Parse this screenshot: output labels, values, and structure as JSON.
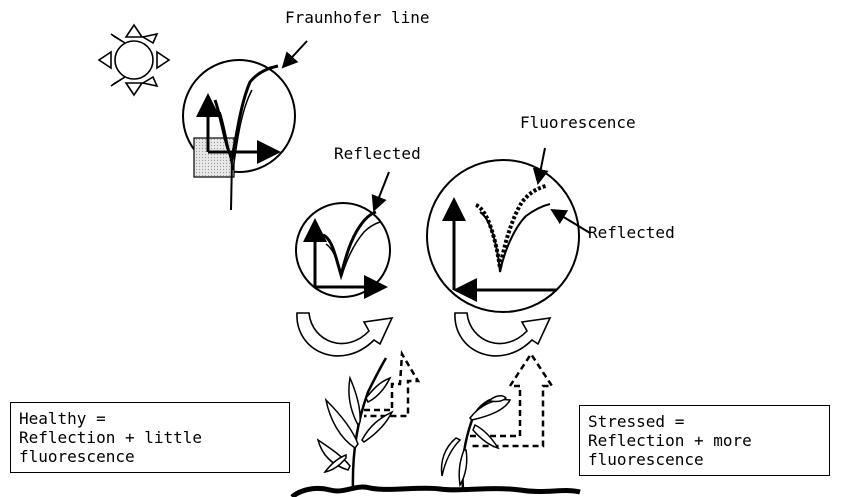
{
  "labels": {
    "fraunhofer_line": "Fraunhofer line",
    "reflected_small": "Reflected",
    "fluorescence": "Fluorescence",
    "reflected_large": "Reflected"
  },
  "healthy_box": {
    "line1": "Healthy =",
    "line2": "Reflection + little",
    "line3": "fluorescence"
  },
  "stressed_box": {
    "line1": "Stressed =",
    "line2": "Reflection + more",
    "line3": "fluorescence"
  }
}
